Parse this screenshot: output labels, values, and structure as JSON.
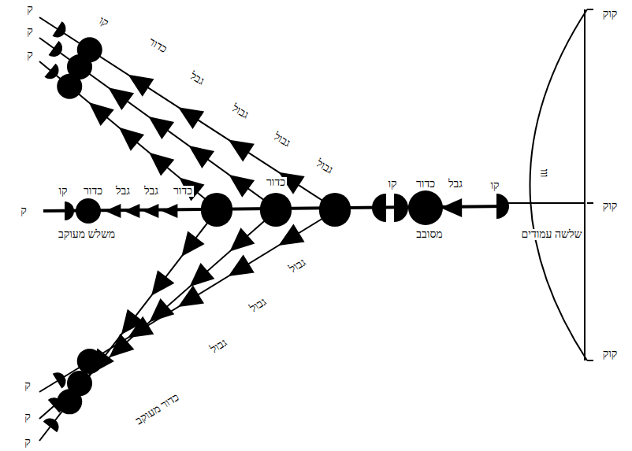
{
  "diagram": {
    "labels": [
      "ק",
      "ק",
      "ק",
      "ק",
      "ק",
      "ק",
      "ק",
      "קו",
      "כדור",
      "גבל",
      "גבול",
      "גבול",
      "גבול",
      "קו",
      "כדור",
      "גבל",
      "גבל",
      "כדור",
      "משלש מעוקב",
      "כדור",
      "קו",
      "כדור",
      "גבל",
      "קו",
      "מסובב",
      "שלשה עמודים",
      "ווו",
      "קוק",
      "קוק",
      "קוק",
      "גבול",
      "גבול",
      "גבול",
      "כדור מעוקב"
    ]
  }
}
